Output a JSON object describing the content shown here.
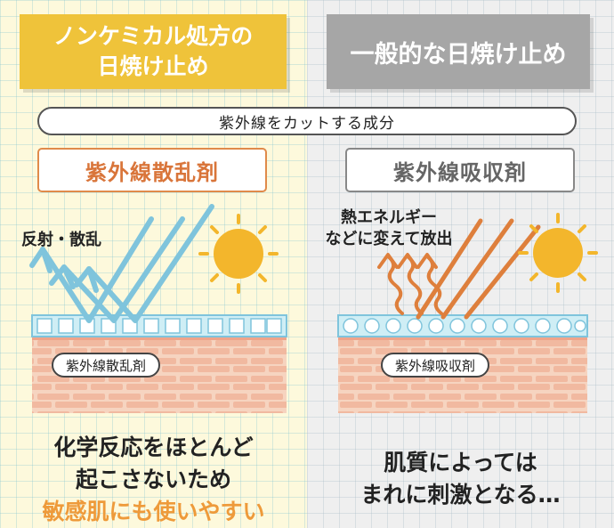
{
  "left": {
    "title_line1": "ノンケミカル処方の",
    "title_line2": "日焼け止め",
    "label": "紫外線散乱剤",
    "annotation": "反射・散乱",
    "skin_label": "紫外線散乱剤",
    "bottom_line1": "化学反応をほとんど",
    "bottom_line2": "起こさないため",
    "bottom_line3": "敏感肌にも使いやすい"
  },
  "right": {
    "title": "一般的な日焼け止め",
    "label": "紫外線吸収剤",
    "annotation_line1": "熱エネルギー",
    "annotation_line2": "などに変えて放出",
    "skin_label": "紫外線吸収剤",
    "bottom_line1": "肌質によっては",
    "bottom_line2": "まれに刺激となる…"
  },
  "shared_label": "紫外線をカットする成分",
  "colors": {
    "left_title_bg": "#efc33a",
    "right_title_bg": "#a6a6a6",
    "uv_ray_reflect": "#7fc4dc",
    "uv_ray_absorb": "#de7f3c",
    "sun": "#f3b62c",
    "accent_orange": "#ee9a3a"
  }
}
